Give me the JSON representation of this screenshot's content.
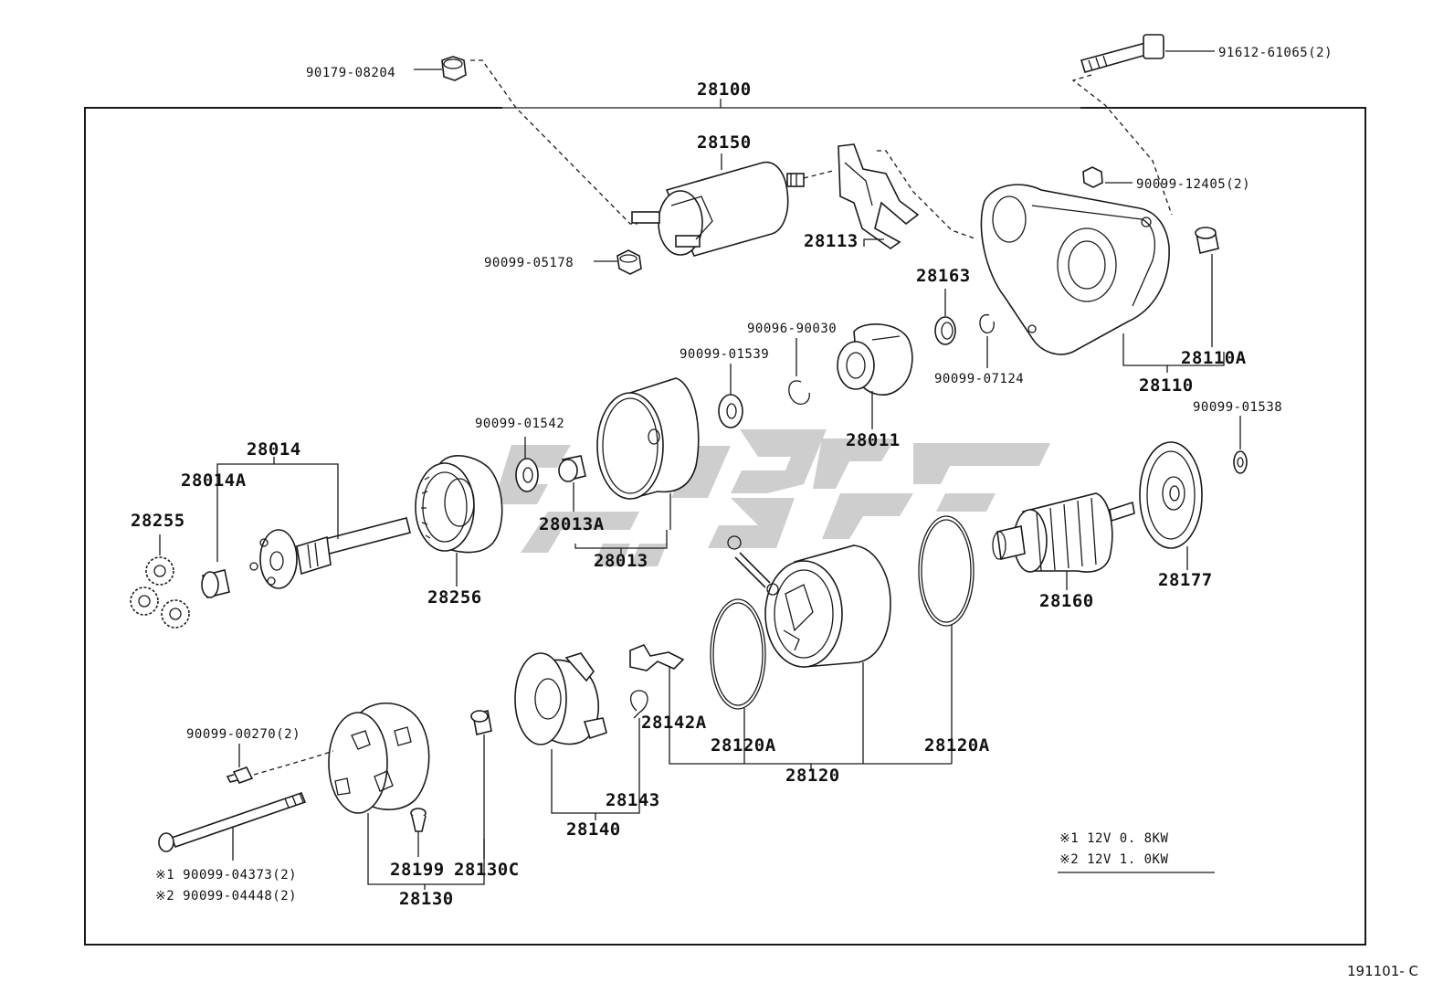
{
  "assembly": {
    "main_number": "28100"
  },
  "labels": {
    "p90179_08204": "90179-08204",
    "p91612_61065": "91612-61065(2)",
    "p28150": "28150",
    "p28113": "28113",
    "p90099_12405": "90099-12405(2)",
    "p90099_05178": "90099-05178",
    "p28163": "28163",
    "p90096_90030": "90096-90030",
    "p90099_01539": "90099-01539",
    "p90099_07124": "90099-07124",
    "p28110A": "28110A",
    "p28110": "28110",
    "p28011": "28011",
    "p90099_01542": "90099-01542",
    "p90099_01538": "90099-01538",
    "p28014": "28014",
    "p28014A": "28014A",
    "p28255": "28255",
    "p28256": "28256",
    "p28013A": "28013A",
    "p28013": "28013",
    "p28160": "28160",
    "p28177": "28177",
    "p90099_00270": "90099-00270(2)",
    "p28142A": "28142A",
    "p28120A_1": "28120A",
    "p28120A_2": "28120A",
    "p28120": "28120",
    "p28143": "28143",
    "p28140": "28140",
    "p28199": "28199",
    "p28130C": "28130C",
    "p28130": "28130",
    "bolt_variant_1": "※1 90099-04373(2)",
    "bolt_variant_2": "※2 90099-04448(2)"
  },
  "legend": {
    "row1": "※1  12V  0. 8KW",
    "row2": "※2  12V  1. 0KW"
  },
  "footer": {
    "diagram_code": "191101- C"
  },
  "colors": {
    "line": "#1a1a1a",
    "watermark": "#bdbdbd",
    "background": "#ffffff"
  }
}
